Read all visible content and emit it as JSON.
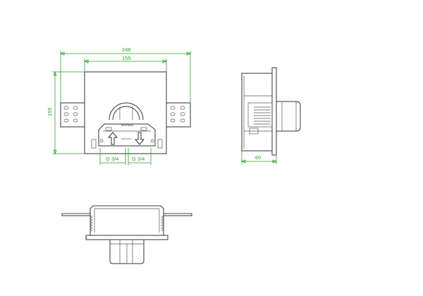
{
  "front_view": {
    "dim_width_outer": "248",
    "dim_width_inner": "155",
    "dim_height": "155",
    "label_thread_left": "G 3/4",
    "label_thread_right": "G 3/4",
    "part_code": "00273611"
  },
  "side_view": {
    "dim_depth": "60"
  },
  "colors": {
    "dimension": "#2aa02a",
    "outline": "#333333"
  }
}
